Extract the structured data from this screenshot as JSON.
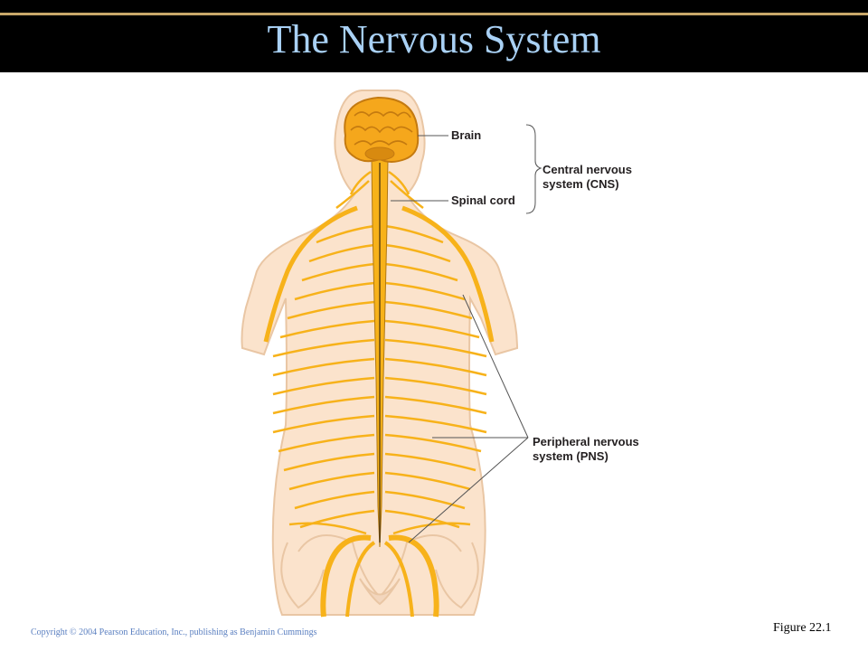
{
  "slide": {
    "title": "The Nervous System",
    "title_color": "#a9d1f5",
    "figure_number": "Figure 22.1",
    "copyright": "Copyright © 2004 Pearson Education, Inc., publishing as Benjamin Cummings",
    "copyright_color": "#5a7fc0"
  },
  "figure": {
    "labels": {
      "brain": "Brain",
      "spinal_cord": "Spinal cord",
      "cns": "Central nervous\nsystem (CNS)",
      "pns": "Peripheral nervous\nsystem (PNS)"
    },
    "colors": {
      "skin": "#fbe3cc",
      "skin_outline": "#e9c6a4",
      "nerve": "#f7b21a",
      "brain": "#f5a71c",
      "brain_outline": "#c47a10",
      "leader_line": "#555555"
    }
  }
}
